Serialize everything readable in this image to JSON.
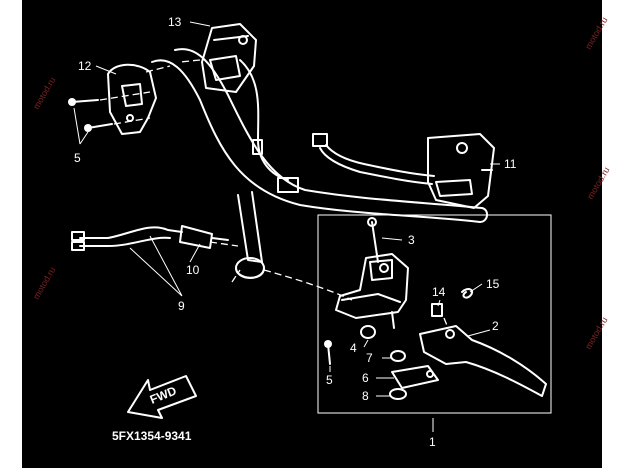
{
  "callouts": [
    {
      "id": "c1",
      "text": "1"
    },
    {
      "id": "c2",
      "text": "2"
    },
    {
      "id": "c3",
      "text": "3"
    },
    {
      "id": "c4",
      "text": "4"
    },
    {
      "id": "c5a",
      "text": "5"
    },
    {
      "id": "c5b",
      "text": "5"
    },
    {
      "id": "c6",
      "text": "6"
    },
    {
      "id": "c7",
      "text": "7"
    },
    {
      "id": "c8",
      "text": "8"
    },
    {
      "id": "c9",
      "text": "9"
    },
    {
      "id": "c10",
      "text": "10"
    },
    {
      "id": "c11",
      "text": "11"
    },
    {
      "id": "c12",
      "text": "12"
    },
    {
      "id": "c13",
      "text": "13"
    },
    {
      "id": "c14",
      "text": "14"
    },
    {
      "id": "c15",
      "text": "15"
    }
  ],
  "direction_arrow": {
    "label": "FWD"
  },
  "drawing_code": "5FX1354-9341",
  "watermark": {
    "text": "motod.ru"
  },
  "colors": {
    "background": "#000000",
    "line": "#ffffff",
    "watermark": "#7a2020"
  }
}
